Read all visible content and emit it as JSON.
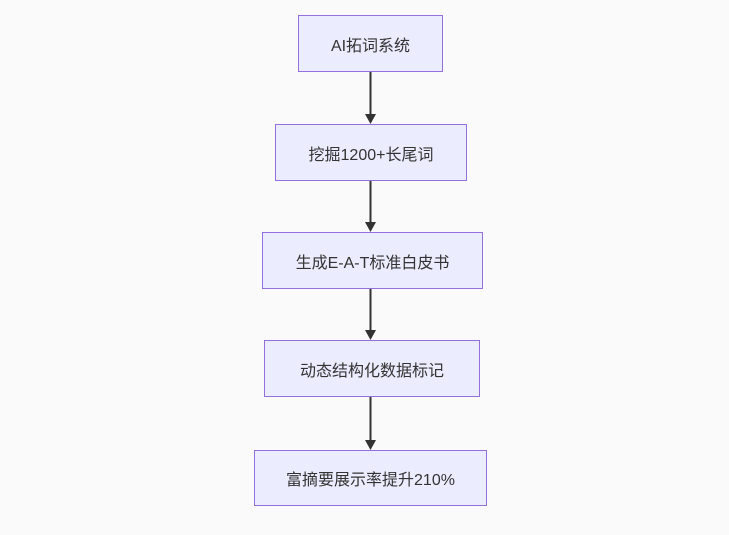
{
  "diagram": {
    "type": "flowchart-top-down",
    "colors": {
      "node_fill": "#ECECFF",
      "node_border": "#9370DB",
      "arrow": "#333333",
      "text": "#333333",
      "background": "#fafafa"
    },
    "nodes": [
      {
        "id": "A",
        "label": "AI拓词系统"
      },
      {
        "id": "B",
        "label": "挖掘1200+长尾词"
      },
      {
        "id": "C",
        "label": "生成E-A-T标准白皮书"
      },
      {
        "id": "D",
        "label": "动态结构化数据标记"
      },
      {
        "id": "E",
        "label": "富摘要展示率提升210%"
      }
    ],
    "edges": [
      {
        "from": "A",
        "to": "B"
      },
      {
        "from": "B",
        "to": "C"
      },
      {
        "from": "C",
        "to": "D"
      },
      {
        "from": "D",
        "to": "E"
      }
    ]
  }
}
